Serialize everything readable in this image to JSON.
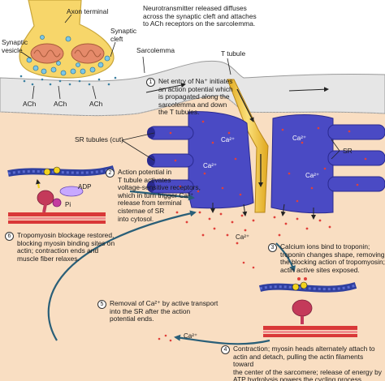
{
  "colors": {
    "cytoplasm": "#f9dec2",
    "sarcolemma": "#e6e6e6",
    "membrane_edge": "#9a9a9a",
    "sr": "#4a4ac4",
    "sr_dark": "#2a2a90",
    "t_tubule": "#f2c12e",
    "calcium": "#e0403a",
    "nerve": "#f7d66a",
    "mitochondria": "#e58a6a",
    "arrow": "#2a5f78",
    "actin": "#d93838",
    "myosin": "#c43a5a",
    "tropomyosin": "#2f3f9f",
    "troponin": "#f2d21e"
  },
  "labels": {
    "axon_terminal": "Axon terminal",
    "synaptic_vesicle": "Synaptic\nvesicle",
    "synaptic_cleft": "Synaptic\ncleft",
    "ach": "ACh",
    "sarcolemma": "Sarcolemma",
    "t_tubule": "T tubule",
    "sr_tubules": "SR tubules (cut)",
    "sr": "SR",
    "ca2": "Ca²⁺",
    "adp": "ADP",
    "pi": "Pi"
  },
  "header_text": "Neurotransmitter released diffuses\nacross the synaptic cleft and attaches\nto ACh receptors on the sarcolemma.",
  "steps": {
    "s1": {
      "num": "1",
      "text": "Net entry of Na⁺ initiates\nan action potential which\nis propagated along the\nsarcolemma and down\nthe T tubules."
    },
    "s2": {
      "num": "2",
      "text": "Action potential in\nT tubule activates\nvoltage-sensitive receptors,\nwhich in turn trigger Ca²⁺\nrelease from terminal\ncisternae of SR\ninto cytosol."
    },
    "s3": {
      "num": "3",
      "text": "Calcium ions bind to troponin;\ntroponin changes shape, removing\nthe blocking action of tropomyosin;\nactin active sites exposed."
    },
    "s4": {
      "num": "4",
      "text": "Contraction; myosin heads alternately attach to\nactin and detach, pulling the actin filaments toward\nthe center of the sarcomere; release of energy by\nATP hydrolysis powers the cycling process."
    },
    "s5": {
      "num": "5",
      "text": "Removal of Ca²⁺ by active transport\ninto the SR after the action\npotential ends."
    },
    "s6": {
      "num": "6",
      "text": "Tropomyosin blockage restored,\nblocking myosin binding sites on\nactin; contraction ends and\nmuscle fiber relaxes."
    }
  }
}
